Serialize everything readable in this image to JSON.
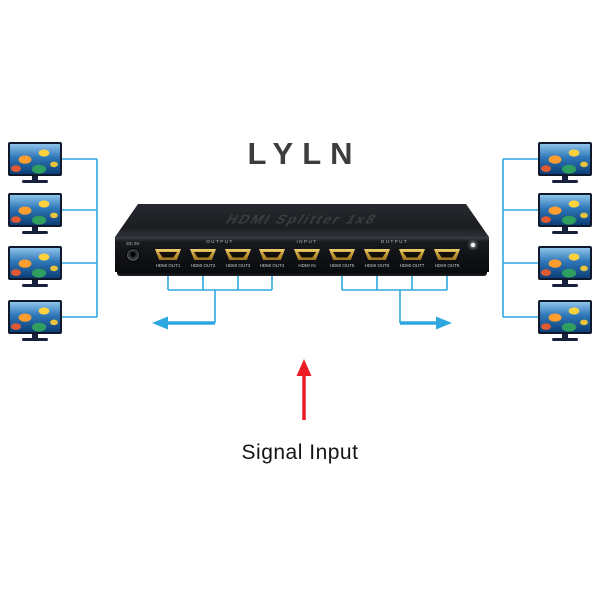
{
  "brand": {
    "logo_text": "LYLN"
  },
  "device": {
    "top_label": "HDMI Splitter 1x8",
    "power_label": "DC 5V",
    "group_labels": {
      "left": "OUTPUT",
      "input": "INPUT",
      "right": "OUTPUT"
    },
    "ports": [
      "HDMI OUT1",
      "HDMI OUT2",
      "HDMI OUT3",
      "HDMI OUT4",
      "HDMI IN",
      "HDMI OUT5",
      "HDMI OUT6",
      "HDMI OUT7",
      "HDMI OUT8"
    ]
  },
  "annotations": {
    "signal_input_label": "Signal Input"
  },
  "displays": {
    "left_count": 4,
    "right_count": 4
  },
  "colors": {
    "connection_line": "#2fa8e0",
    "input_arrow": "#ec1c24",
    "port_gold": "#c09432",
    "logo": "#3d3d3f"
  }
}
